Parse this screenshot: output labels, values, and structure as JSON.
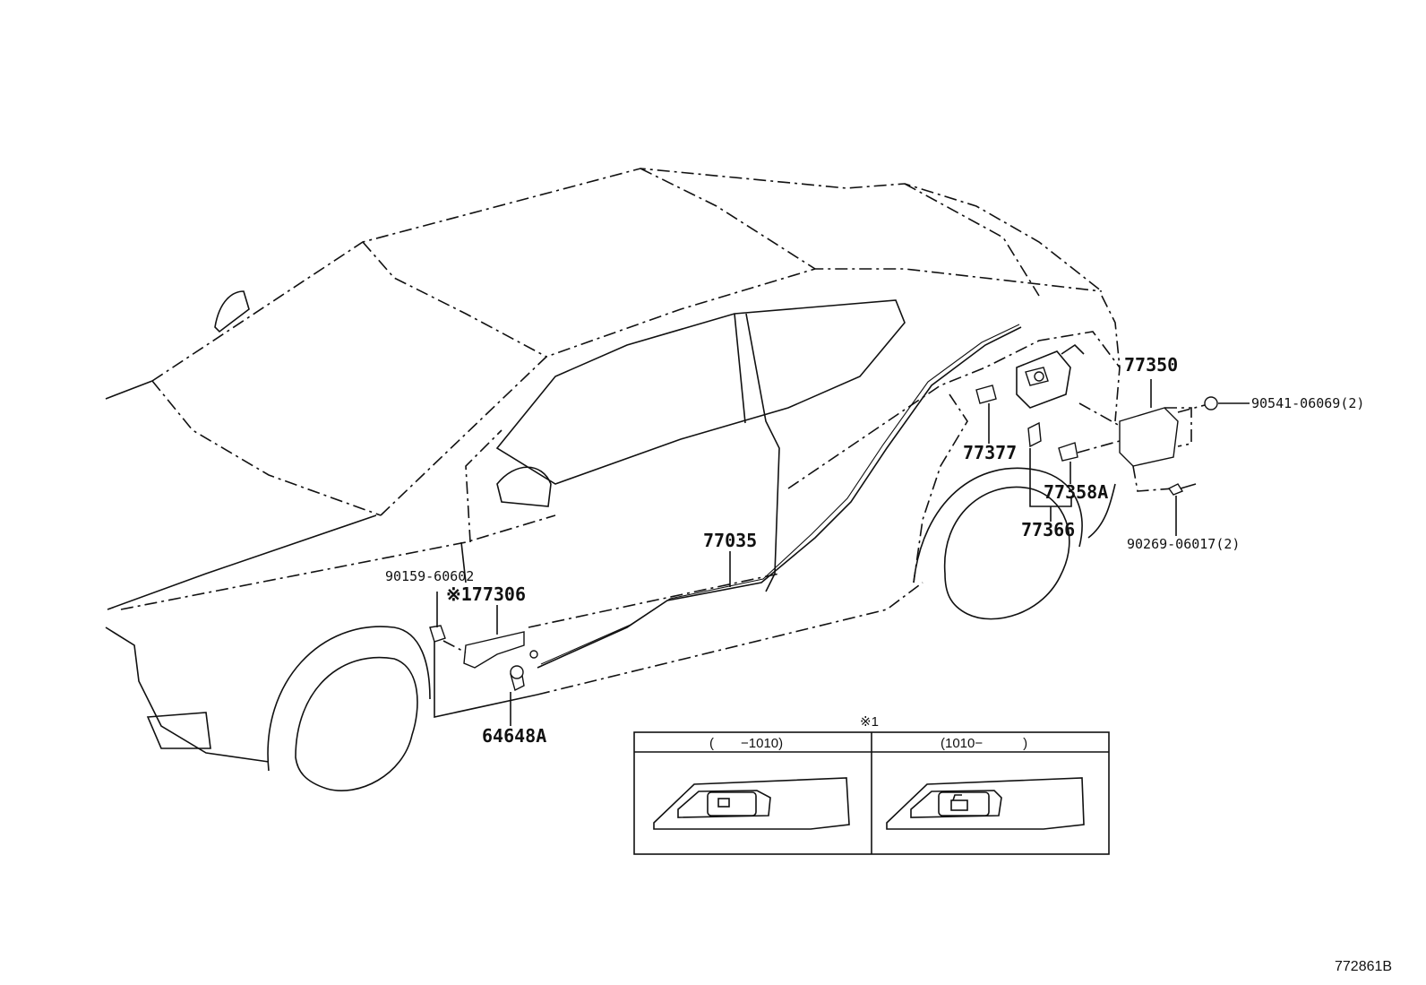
{
  "parts": {
    "p77350": "77350",
    "p90541": "90541-06069(2)",
    "p77377": "77377",
    "p77358a": "77358A",
    "p77366": "77366",
    "p90269": "90269-06017(2)",
    "p77035": "77035",
    "p90159": "90159-60602",
    "p77306": "※177306",
    "p64648a": "64648A"
  },
  "inset": {
    "mark": "※1",
    "left_header": "(　　−1010)",
    "right_header": "(1010−　　　)"
  },
  "diagram_id": "772861B"
}
